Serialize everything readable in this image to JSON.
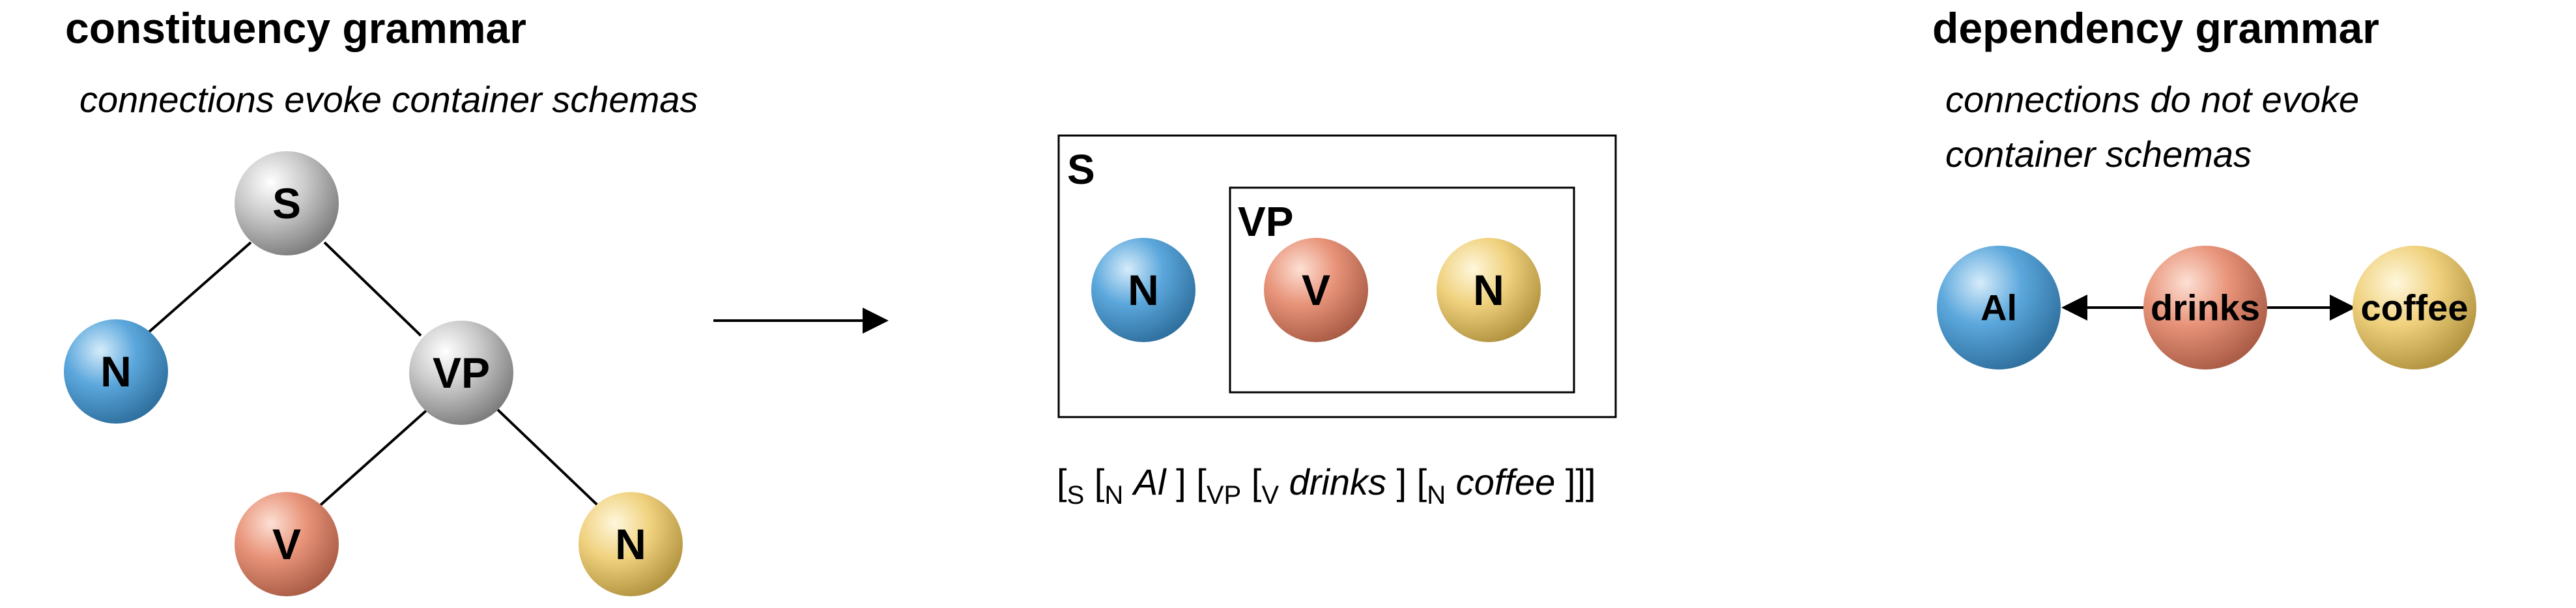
{
  "left": {
    "title": "constituency grammar",
    "subtitle": "connections evoke container schemas",
    "nodes": {
      "S": "S",
      "N": "N",
      "VP": "VP",
      "V": "V",
      "N2": "N"
    }
  },
  "middle": {
    "outer_box_label": "S",
    "inner_box_label": "VP",
    "nodes": {
      "N": "N",
      "V": "V",
      "N2": "N"
    },
    "bracket": {
      "open1": "[",
      "s_sub": "S",
      "open2": " [",
      "n_sub1": "N",
      "word1": "Al",
      "close1": " ] [",
      "vp_sub": "VP",
      "open3": " [",
      "v_sub": "V",
      "word2": "drinks",
      "close2": " ] [",
      "n_sub2": "N",
      "word3": "coffee",
      "close3": " ]]]"
    }
  },
  "right": {
    "title": "dependency grammar",
    "subtitle_line1": "connections do not evoke",
    "subtitle_line2": "container schemas",
    "nodes": {
      "Al": "Al",
      "drinks": "drinks",
      "coffee": "coffee"
    }
  },
  "colors": {
    "gray": "#c9c9c9",
    "blue": "#5ba7dc",
    "orange": "#e8947a",
    "yellow": "#f0d27f"
  }
}
